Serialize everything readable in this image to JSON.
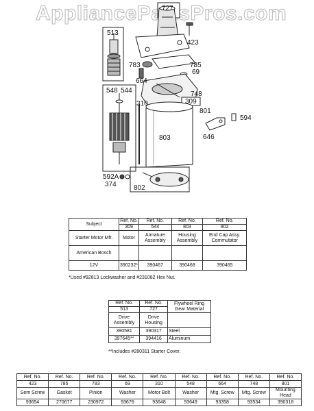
{
  "watermark": "AppliancePartsPros.com",
  "diagram_labels": {
    "p727": "727",
    "p513": "513",
    "p423": "423",
    "p785": "785",
    "p783": "783",
    "p69": "69",
    "p664": "664",
    "p748": "748",
    "p548": "548",
    "p544": "544",
    "p310": "310",
    "p309": "309",
    "p801": "801",
    "p594": "594",
    "p803": "803",
    "p646": "646",
    "p592a": "592A",
    "p374": "374",
    "p802": "802"
  },
  "table1": {
    "header": [
      [
        "Subject",
        "Ref. No.",
        "Ref. No.",
        "Ref. No.",
        "Ref. No."
      ],
      [
        "",
        "309",
        "544",
        "803",
        "802"
      ]
    ],
    "row_desc": [
      "Starter Motor Mfr.",
      "Motor",
      "Armature Assembly",
      "Housing Assembly",
      "End Cap Assy. Commutator"
    ],
    "row_mfr": [
      "American Bosch",
      "",
      "",
      "",
      ""
    ],
    "row_12v": [
      "12V",
      "390232*",
      "390467",
      "390468",
      "390465"
    ]
  },
  "note1": "*Used #92813 Lockwasher and #231082 Hex Nut.",
  "table2": {
    "header": [
      [
        "Ref. No.",
        "Ref. No."
      ],
      [
        "513",
        "727"
      ]
    ],
    "header_third": "Flywheel Ring Gear Material",
    "desc": [
      "Drive Assembly",
      "Drive Housing",
      ""
    ],
    "rows": [
      [
        "390581",
        "390317",
        "Steel"
      ],
      [
        "397645**",
        "394416",
        "Aluminum"
      ]
    ]
  },
  "note2": "**Includes #280311 Starter Cover.",
  "table3": {
    "refs": [
      "423",
      "785",
      "783",
      "69",
      "310",
      "548",
      "664",
      "748",
      "801"
    ],
    "names": [
      "Sem Screw",
      "Gasket",
      "Pinion",
      "Washer",
      "Motor Bolt",
      "Washer",
      "Mtg. Screw",
      "Mtg. Screw",
      "Mounting Head"
    ],
    "parts": [
      "93654",
      "270677",
      "230972",
      "93676",
      "93648",
      "93649",
      "93358",
      "93534",
      "390318"
    ],
    "ref_label": "Ref. No."
  }
}
